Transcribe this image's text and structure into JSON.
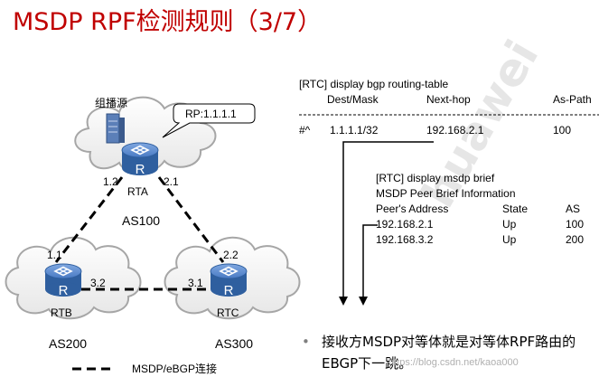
{
  "title": "MSDP RPF检测规则（3/7）",
  "diagram": {
    "source_label": "组播源",
    "callout": "RP:1.1.1.1",
    "routers": [
      {
        "id": "rta",
        "name": "RTA",
        "as": "AS100"
      },
      {
        "id": "rtb",
        "name": "RTB",
        "as": "AS200"
      },
      {
        "id": "rtc",
        "name": "RTC",
        "as": "AS300"
      }
    ],
    "router_glyph": "R",
    "interfaces": {
      "rta_left": "1.2",
      "rta_right": "2.1",
      "rtb_top": "1.1",
      "rtb_right": "3.2",
      "rtc_top": "2.2",
      "rtc_left": "3.1"
    },
    "legend": "MSDP/eBGP连接"
  },
  "bgp_table": {
    "command": "[RTC] display bgp routing-table",
    "headers": [
      "Dest/Mask",
      "Next-hop",
      "As-Path"
    ],
    "row": {
      "flag": "#^",
      "dest": "1.1.1.1/32",
      "nexthop": "192.168.2.1",
      "aspath": "100"
    }
  },
  "msdp_brief": {
    "command": "[RTC] display msdp brief",
    "heading": "MSDP Peer Brief Information",
    "headers": [
      "Peer's Address",
      "State",
      "AS"
    ],
    "rows": [
      {
        "address": "192.168.2.1",
        "state": "Up",
        "as": "100"
      },
      {
        "address": "192.168.3.2",
        "state": "Up",
        "as": "200"
      }
    ]
  },
  "bullet": "接收方MSDP对等体就是对等体RPF路由的EBGP下一跳。",
  "watermark": "https://blog.csdn.net/kaoa000",
  "colors": {
    "title": "#c00000",
    "router": "#3d6db5",
    "cloud_stroke": "#a6a6a6",
    "bullet_dot": "#7f7f7f"
  }
}
